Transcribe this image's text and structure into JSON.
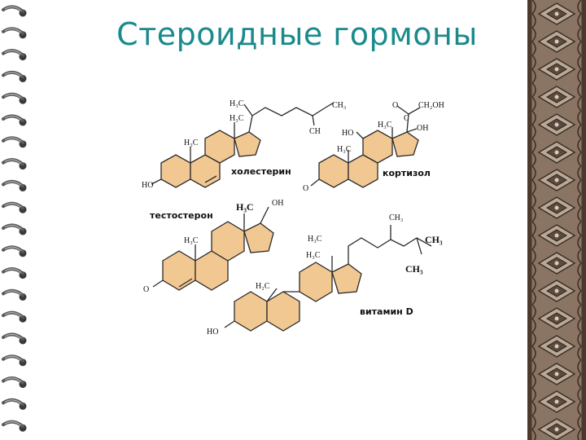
{
  "slide": {
    "title": "Стероидные гормоны"
  },
  "molecules": {
    "cholesterol": {
      "label": "холестерин",
      "h3c_top": "H₃C",
      "h3c_mid": "H₃C",
      "h3c_ring": "H₃C",
      "ch3": "CH₃",
      "ch": "CH",
      "ho": "HO"
    },
    "cortisol": {
      "label": "кортизол",
      "o_top": "O",
      "ch2oh": "CH₂OH",
      "c": "C",
      "oh": "OH",
      "ho": "HO",
      "h3c_mid": "H₃C",
      "h3c_ring": "H₃C",
      "o_bottom": "O"
    },
    "testosterone": {
      "label": "тестостерон",
      "h3c_top": "H₃C",
      "oh": "OH",
      "h3c_ring": "H₃C",
      "o": "O"
    },
    "vitamin_d": {
      "label": "витамин D",
      "ch3_top": "CH₃",
      "h3c_chain": "H₃C",
      "ch3_right": "CH₃",
      "h3c_mid": "H₃C",
      "ch3_bottom": "CH₃",
      "h2c": "H₂C",
      "ho": "HO"
    }
  },
  "colors": {
    "title": "#1a8a8c",
    "ring_fill": "#f2c892",
    "ring_stroke": "#2a2a2a"
  }
}
